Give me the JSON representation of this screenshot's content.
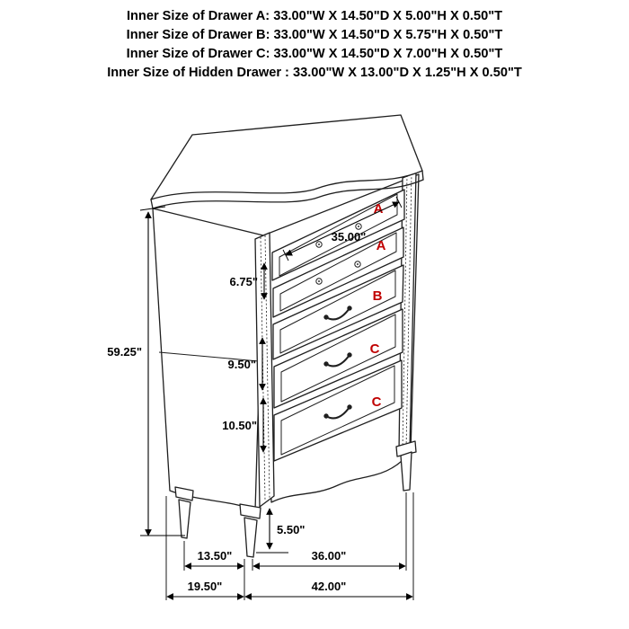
{
  "header": {
    "lines": [
      "Inner Size of Drawer A: 33.00\"W X 14.50\"D X 5.00\"H X 0.50\"T",
      "Inner Size of Drawer B: 33.00\"W X 14.50\"D X 5.75\"H X 0.50\"T",
      "Inner Size of Drawer C: 33.00\"W X 14.50\"D X 7.00\"H X 0.50\"T",
      "Inner Size of Hidden Drawer : 33.00\"W X 13.00\"D X 1.25\"H X 0.50\"T"
    ]
  },
  "diagram": {
    "drawer_labels": [
      "A",
      "A",
      "B",
      "C",
      "C"
    ],
    "dimensions": {
      "overall_height": "59.25\"",
      "drawer_front_width": "35.00\"",
      "top_drawer_height": "6.75\"",
      "drawer_b_height": "9.50\"",
      "drawer_c_height": "10.50\"",
      "leg_height": "5.50\"",
      "leg_depth_span": "13.50\"",
      "leg_width_span": "36.00\"",
      "overall_depth": "19.50\"",
      "overall_width": "42.00\""
    },
    "colors": {
      "drawer_label": "#c00000",
      "line": "#1f1f1f"
    }
  }
}
